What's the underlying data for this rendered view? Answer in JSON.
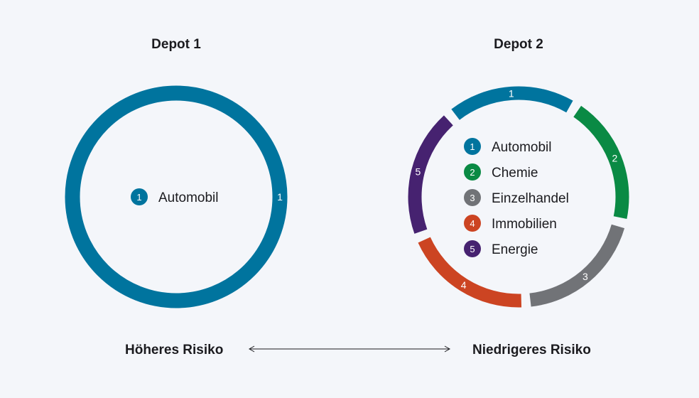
{
  "chart_data": [
    {
      "type": "donut",
      "title": "Depot 1",
      "series": [
        {
          "index": "1",
          "name": "Automobil",
          "value": 100,
          "color": "#00749e"
        }
      ]
    },
    {
      "type": "donut",
      "title": "Depot 2",
      "series": [
        {
          "index": "1",
          "name": "Automobil",
          "value": 20,
          "color": "#00749e"
        },
        {
          "index": "2",
          "name": "Chemie",
          "value": 20,
          "color": "#0a8a44"
        },
        {
          "index": "3",
          "name": "Einzelhandel",
          "value": 20,
          "color": "#717377"
        },
        {
          "index": "4",
          "name": "Immobilien",
          "value": 20,
          "color": "#cc4422"
        },
        {
          "index": "5",
          "name": "Energie",
          "value": 20,
          "color": "#462270"
        }
      ]
    }
  ],
  "risk_scale": {
    "left_label": "Höheres Risiko",
    "right_label": "Niedrigeres Risiko"
  }
}
